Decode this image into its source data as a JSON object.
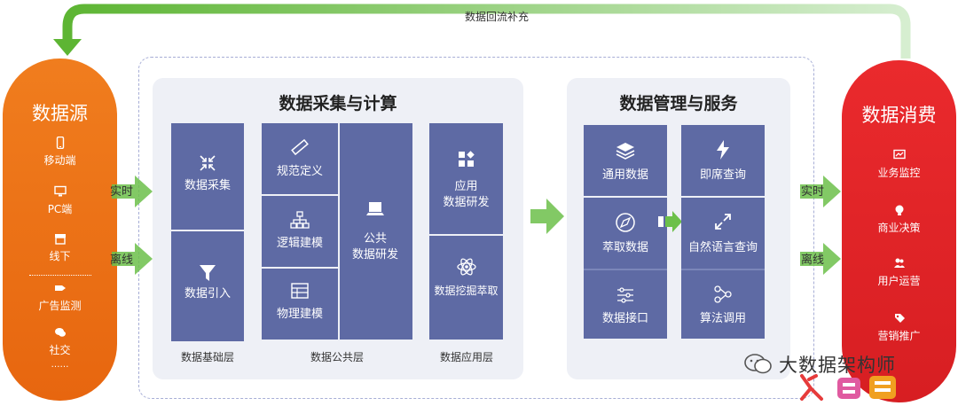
{
  "feedback_label": "数据回流补充",
  "source": {
    "title": "数据源",
    "items": [
      "移动端",
      "PC端",
      "线下",
      "广告监测",
      "社交",
      "……"
    ]
  },
  "consumer": {
    "title": "数据消费",
    "items": [
      "业务监控",
      "商业决策",
      "用户运营",
      "营销推广"
    ]
  },
  "flow_labels": {
    "realtime": "实时",
    "offline": "离线"
  },
  "compute": {
    "title": "数据采集与计算",
    "base": {
      "collect": "数据采集",
      "ingest": "数据引入",
      "caption": "数据基础层"
    },
    "common": {
      "spec": "规范定义",
      "logic": "逻辑建模",
      "phys": "物理建模",
      "dev_line1": "公共",
      "dev_line2": "数据研发",
      "caption": "数据公共层"
    },
    "app": {
      "dev_line1": "应用",
      "dev_line2": "数据研发",
      "mining": "数据挖掘萃取",
      "caption": "数据应用层"
    }
  },
  "service": {
    "title": "数据管理与服务",
    "general": "通用数据",
    "extract": "萃取数据",
    "api": "数据接口",
    "adhoc": "即席查询",
    "nlq": "自然语言查询",
    "algo": "算法调用"
  },
  "watermark": {
    "text": "大数据架构师"
  },
  "colors": {
    "source": "#ef7a1a",
    "consumer": "#e32426",
    "block": "#5e6aa4",
    "arrow": "#6cc04a"
  }
}
